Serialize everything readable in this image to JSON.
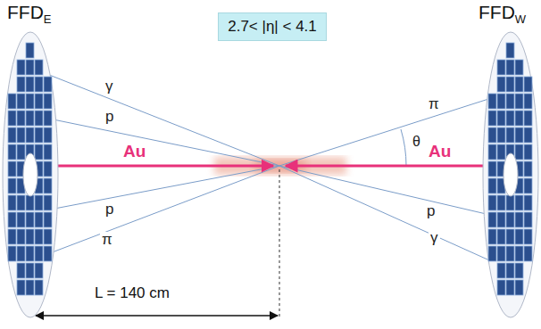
{
  "diagram": {
    "nodes": [
      {
        "text": [
          "FFDE"
        ]
      },
      {
        "text": [
          "2.7< |η| < 4.1"
        ]
      },
      {
        "text": [
          "FFDW"
        ]
      }
    ],
    "labels": [
      "γ",
      "p",
      "p",
      "π",
      "Au",
      "π",
      "θ",
      "Au",
      "p",
      "γ",
      "L = 140 cm"
    ]
  }
}
